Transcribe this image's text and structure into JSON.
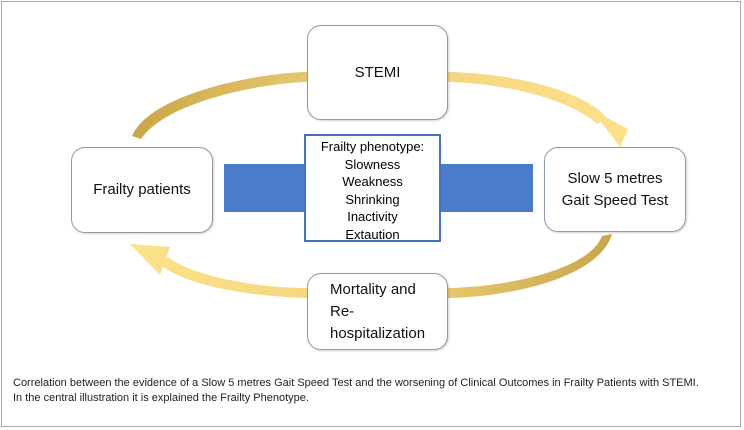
{
  "nodes": {
    "stemi": "STEMI",
    "frailty_patients": "Frailty patients",
    "slow_test": [
      "Slow 5 metres",
      "Gait Speed Test"
    ],
    "mortality": [
      "Mortality and",
      "Re-hospitalization"
    ]
  },
  "phenotype": {
    "title": "Frailty phenotype:",
    "items": [
      "Slowness",
      "Weakness",
      "Shrinking",
      "Inactivity",
      "Extaution"
    ]
  },
  "caption": {
    "line1": "Correlation between the evidence of a Slow 5 metres Gait Speed Test and the worsening of Clinical Outcomes in Frailty Patients with STEMI.",
    "line2": "In the central illustration it is explained the Frailty Phenotype."
  },
  "colors": {
    "cycle_arrow_dark": "#c9a648",
    "cycle_arrow_light": "#fbe08a",
    "block_arrow": "#4a7cc9",
    "phenotype_border": "#4472c4"
  }
}
